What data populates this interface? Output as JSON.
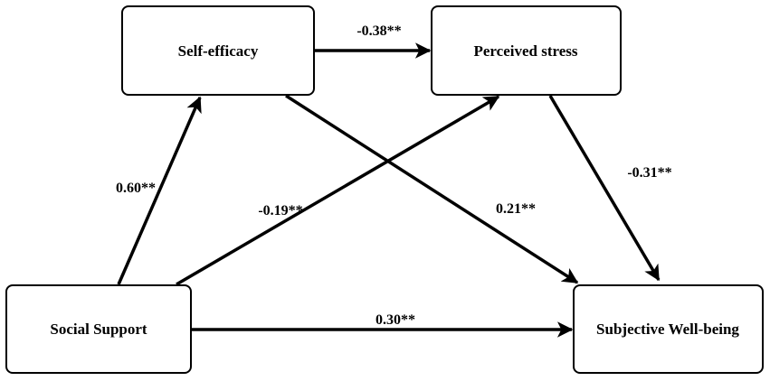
{
  "diagram": {
    "nodes": {
      "self_efficacy": "Self-efficacy",
      "perceived_stress": "Perceived stress",
      "social_support": "Social Support",
      "wellbeing": "Subjective Well-being"
    },
    "paths": {
      "se_to_ps": "-0.38**",
      "ss_to_se": "0.60**",
      "ss_to_ps": "-0.19**",
      "se_to_wb": "0.21**",
      "ps_to_wb": "-0.31**",
      "ss_to_wb": "0.30**"
    }
  }
}
